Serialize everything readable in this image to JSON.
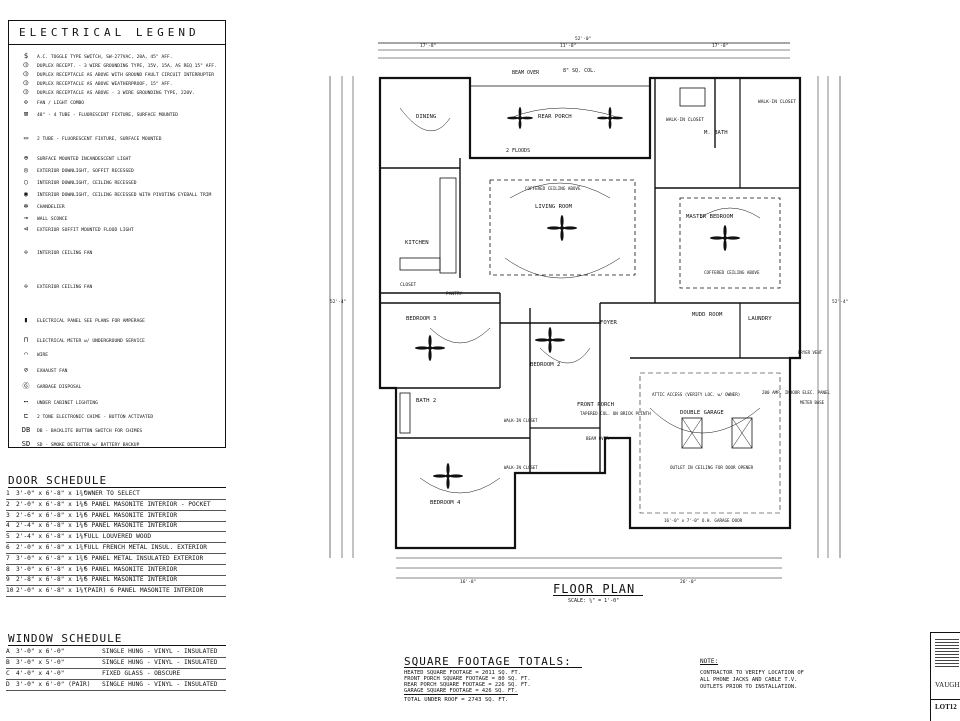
{
  "legend": {
    "title": "ELECTRICAL LEGEND",
    "items": [
      {
        "icon": "switch-icon",
        "text": "A.C. TOGGLE TYPE SWITCH, SW-277VAC, 20A, 45\" AFF."
      },
      {
        "icon": "duplex-receptacle-icon",
        "text": "DUPLEX RECEPT. - 3 WIRE GROUNDING TYPE, 15V, 15A, AS REQ 15\" AFF."
      },
      {
        "icon": "gfi-receptacle-icon",
        "text": "DUPLEX RECEPTACLE AS ABOVE WITH GROUND FAULT CIRCUIT INTERRUPTER"
      },
      {
        "icon": "wp-receptacle-icon",
        "text": "DUPLEX RECEPTACLE AS ABOVE WEATHERPROOF, 15\" AFF."
      },
      {
        "icon": "220v-receptacle-icon",
        "text": "DUPLEX RECEPTACLE AS ABOVE - 3 WIRE GROUNDING TYPE, 220V."
      },
      {
        "icon": "fan-light-combo-icon",
        "text": "FAN / LIGHT COMBO"
      },
      {
        "icon": "fluorescent-4tube-icon",
        "text": "48\" - 4 TUBE - FLUORESCENT FIXTURE, SURFACE MOUNTED"
      },
      {
        "icon": "fluorescent-2tube-icon",
        "text": "2 TUBE - FLUORESCENT FIXTURE, SURFACE MOUNTED"
      },
      {
        "icon": "incandescent-light-icon",
        "text": "SURFACE MOUNTED INCANDESCENT LIGHT"
      },
      {
        "icon": "exterior-downlight-icon",
        "text": "EXTERIOR DOWNLIGHT, SOFFIT RECESSED"
      },
      {
        "icon": "interior-downlight-icon",
        "text": "INTERIOR DOWNLIGHT, CEILING RECESSED"
      },
      {
        "icon": "eyeball-downlight-icon",
        "text": "INTERIOR DOWNLIGHT, CEILING RECESSED WITH PIVOTING EYEBALL TRIM"
      },
      {
        "icon": "chandelier-icon",
        "text": "CHANDELIER"
      },
      {
        "icon": "wall-sconce-icon",
        "text": "WALL SCONCE"
      },
      {
        "icon": "flood-light-icon",
        "text": "EXTERIOR SOFFIT MOUNTED FLOOD LIGHT"
      },
      {
        "icon": "ceiling-fan-icon",
        "text": "INTERIOR CEILING FAN"
      },
      {
        "icon": "exterior-fan-icon",
        "text": "EXTERIOR CEILING FAN"
      },
      {
        "icon": "electrical-panel-icon",
        "text": "ELECTRICAL PANEL SEE PLANS FOR AMPERAGE"
      },
      {
        "icon": "electrical-meter-icon",
        "text": "ELECTRICAL METER w/ UNDERGROUND SERVICE"
      },
      {
        "icon": "wire-icon",
        "text": "WIRE"
      },
      {
        "icon": "exhaust-fan-icon",
        "text": "EXHAUST FAN"
      },
      {
        "icon": "garbage-disposal-icon",
        "text": "GARBAGE DISPOSAL"
      },
      {
        "icon": "under-cabinet-icon",
        "text": "UNDER CABINET LIGHTING"
      },
      {
        "icon": "chime-icon",
        "text": "2 TONE ELECTRONIC CHIME - BUTTON ACTIVATED"
      },
      {
        "icon": "db-icon",
        "text": "DB - BACKLITE BUTTON SWITCH FOR CHIMES"
      },
      {
        "icon": "smoke-detector-icon",
        "text": "SD - SMOKE DETECTOR w/ BATTERY BACKUP"
      }
    ]
  },
  "door_schedule": {
    "title": "DOOR SCHEDULE",
    "rows": [
      {
        "num": "1",
        "size": "3'-0\" x 6'-8\" x 1¾\"",
        "desc": "OWNER TO SELECT"
      },
      {
        "num": "2",
        "size": "2'-0\" x 6'-8\" x 1⅜\"",
        "desc": "6 PANEL MASONITE INTERIOR - POCKET"
      },
      {
        "num": "3",
        "size": "2'-6\" x 6'-8\" x 1⅜\"",
        "desc": "6 PANEL MASONITE INTERIOR"
      },
      {
        "num": "4",
        "size": "2'-4\" x 6'-8\" x 1⅜\"",
        "desc": "6 PANEL MASONITE INTERIOR"
      },
      {
        "num": "5",
        "size": "2'-4\" x 6'-8\" x 1⅜\"",
        "desc": "FULL LOUVERED WOOD"
      },
      {
        "num": "6",
        "size": "2'-0\" x 6'-8\" x 1¾\"",
        "desc": "FULL FRENCH METAL INSUL. EXTERIOR"
      },
      {
        "num": "7",
        "size": "3'-0\" x 6'-8\" x 1¾\"",
        "desc": "6 PANEL METAL INSULATED EXTERIOR"
      },
      {
        "num": "8",
        "size": "3'-0\" x 6'-8\" x 1⅜\"",
        "desc": "6 PANEL MASONITE INTERIOR"
      },
      {
        "num": "9",
        "size": "2'-8\" x 6'-8\" x 1⅜\"",
        "desc": "6 PANEL MASONITE INTERIOR"
      },
      {
        "num": "10",
        "size": "2'-0\" x 6'-8\" x 1⅜\"",
        "desc": "(PAIR) 6 PANEL MASONITE INTERIOR"
      }
    ]
  },
  "window_schedule": {
    "title": "WINDOW SCHEDULE",
    "rows": [
      {
        "mark": "A",
        "size": "3'-0\" x 6'-0\"",
        "desc": "SINGLE HUNG - VINYL - INSULATED"
      },
      {
        "mark": "B",
        "size": "3'-0\" x 5'-0\"",
        "desc": "SINGLE HUNG - VINYL - INSULATED"
      },
      {
        "mark": "C",
        "size": "4'-0\" x 4'-0\"",
        "desc": "FIXED GLASS - OBSCURE"
      },
      {
        "mark": "D",
        "size": "3'-0\" x 6'-0\" (PAIR)",
        "desc": "SINGLE HUNG - VINYL - INSULATED"
      }
    ]
  },
  "plan": {
    "title": "FLOOR PLAN",
    "scale": "SCALE: ¼\" = 1'-0\"",
    "overall_width": "52'-0\"",
    "rooms": {
      "dining": "DINING",
      "rear_porch": "REAR PORCH",
      "kitchen": "KITCHEN",
      "living_room": "LIVING ROOM",
      "master_bedroom": "MASTER BEDROOM",
      "master_bath": "M. BATH",
      "walk_in_closet_1": "WALK-IN CLOSET",
      "walk_in_closet_2": "WALK-IN CLOSET",
      "bedroom_3": "BEDROOM 3",
      "bedroom_2": "BEDROOM 2",
      "bedroom_4": "BEDROOM 4",
      "bath_2": "BATH 2",
      "foyer": "FOYER",
      "front_porch": "FRONT PORCH",
      "mudd_room": "MUDD ROOM",
      "laundry": "LAUNDRY",
      "double_garage": "DOUBLE GARAGE",
      "pantry": "PANTRY",
      "closet": "CLOSET",
      "walk_in_closet_3": "WALK-IN CLOSET",
      "walk_in_closet_4": "WALK-IN CLOSET"
    },
    "notes": {
      "beam_over": "BEAM OVER",
      "col": "8\" SQ. COL.",
      "floods": "2 FLOODS",
      "coffered_1": "COFFERED CEILING ABOVE",
      "coffered_2": "COFFERED CEILING ABOVE",
      "tapered_col": "TAPERED COL. ON BRICK PLINTH",
      "attic_access": "ATTIC ACCESS (VERIFY LOC. w/ OWNER)",
      "panel": "200 AMP. INDOOR ELEC. PANEL",
      "outlet": "OUTLET IN CEILING FOR DOOR OPENER",
      "garage_door": "16'-0\" x 7'-0\" O.H. GARAGE DOOR",
      "meter_base": "METER BASE",
      "dryer_vent": "DRYER VENT",
      "beam_over_2": "BEAM OVER"
    },
    "dims": {
      "top_left": "17'-8\"",
      "top_mid": "11'-8\"",
      "top_right": "17'-8\"",
      "left_total": "52'-4\"",
      "right_total": "52'-4\"",
      "bottom_left": "16'-8\"",
      "bottom_right": "26'-0\""
    }
  },
  "square_footage": {
    "title": "SQUARE FOOTAGE TOTALS:",
    "rows": [
      "HEATED SQUARE FOOTAGE = 2011 SQ. FT.",
      "FRONT PORCH SQUARE FOOTAGE = 80 SQ. FT.",
      "REAR PORCH SQUARE FOOTAGE = 226 SQ. FT.",
      "GARAGE SQUARE FOOTAGE = 426 SQ. FT."
    ],
    "total": "TOTAL UNDER ROOF = 2743 SQ. FT."
  },
  "note": {
    "title": "NOTE:",
    "lines": [
      "CONTRACTOR TO VERIFY LOCATION OF",
      "ALL PHONE JACKS AND CABLE T.V.",
      "OUTLETS PRIOR TO INSTALLATION."
    ]
  },
  "title_block": {
    "name": "VAUGHI",
    "lot": "LOT12"
  }
}
